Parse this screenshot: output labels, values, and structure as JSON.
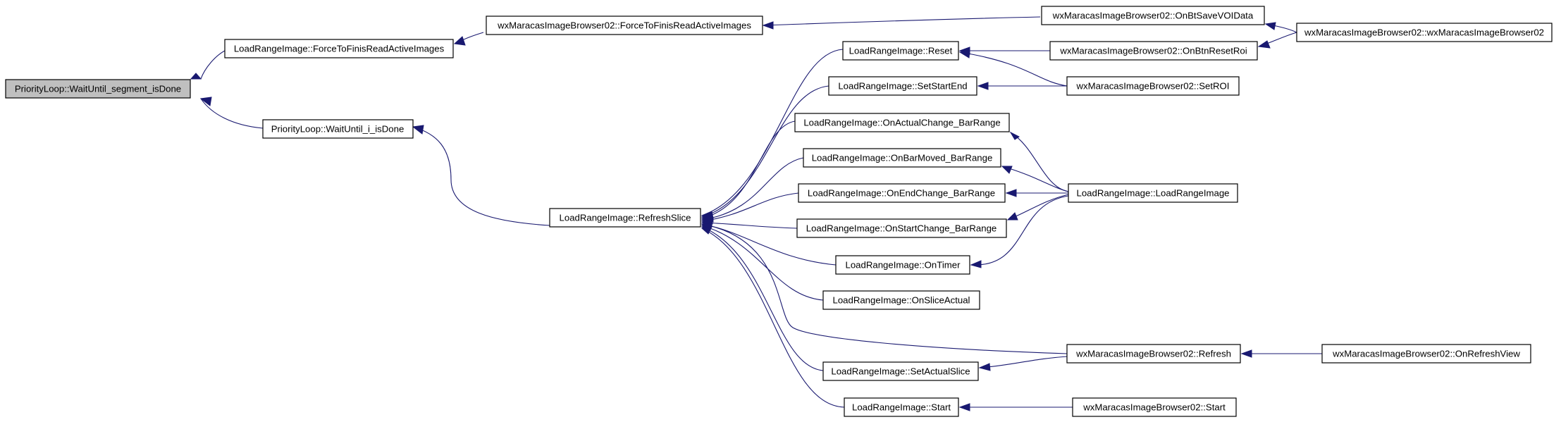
{
  "nodes": {
    "wait_segment": "PriorityLoop::WaitUntil_segment_isDone",
    "force_finis": "LoadRangeImage::ForceToFinisReadActiveImages",
    "wait_i": "PriorityLoop::WaitUntil_i_isDone",
    "browser_force": "wxMaracasImageBrowser02::ForceToFinisReadActiveImages",
    "on_bt_save": "wxMaracasImageBrowser02::OnBtSaveVOIData",
    "browser_ctor": "wxMaracasImageBrowser02::wxMaracasImageBrowser02",
    "refresh_slice": "LoadRangeImage::RefreshSlice",
    "reset": "LoadRangeImage::Reset",
    "set_start_end": "LoadRangeImage::SetStartEnd",
    "on_actual_change": "LoadRangeImage::OnActualChange_BarRange",
    "on_bar_moved": "LoadRangeImage::OnBarMoved_BarRange",
    "on_end_change": "LoadRangeImage::OnEndChange_BarRange",
    "on_start_change": "LoadRangeImage::OnStartChange_BarRange",
    "on_timer": "LoadRangeImage::OnTimer",
    "on_slice_actual": "LoadRangeImage::OnSliceActual",
    "set_actual_slice": "LoadRangeImage::SetActualSlice",
    "start": "LoadRangeImage::Start",
    "on_btn_reset_roi": "wxMaracasImageBrowser02::OnBtnResetRoi",
    "set_roi": "wxMaracasImageBrowser02::SetROI",
    "load_range_image": "LoadRangeImage::LoadRangeImage",
    "browser_refresh": "wxMaracasImageBrowser02::Refresh",
    "on_refresh_view": "wxMaracasImageBrowser02::OnRefreshView",
    "browser_start": "wxMaracasImageBrowser02::Start"
  },
  "colors": {
    "edge": "#191970",
    "root_fill": "#bfbfbf",
    "node_fill": "#ffffff",
    "node_border": "#000000"
  }
}
